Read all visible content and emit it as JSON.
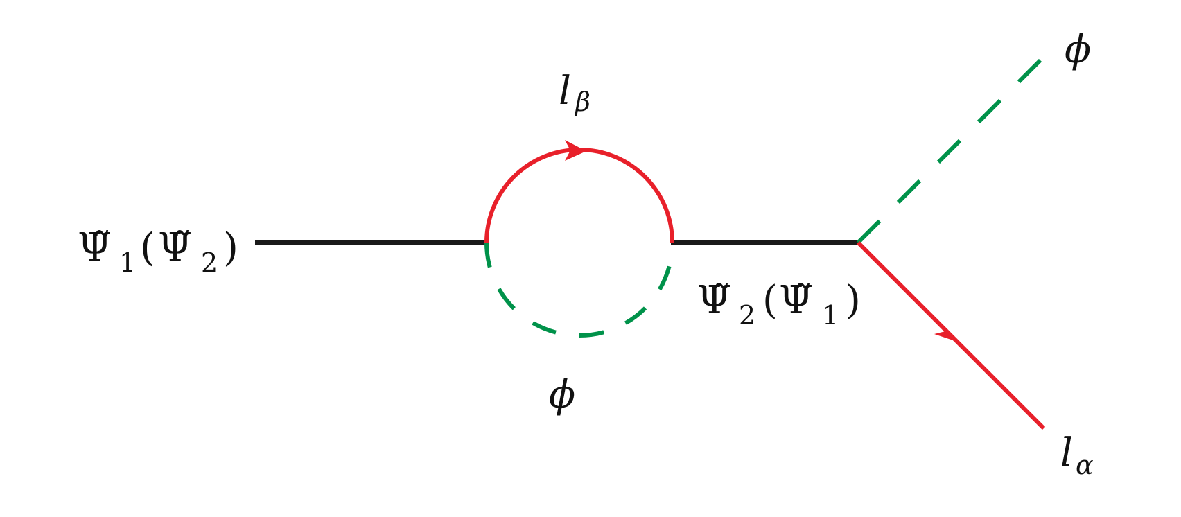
{
  "colors": {
    "fermion_line": "#1a1a1a",
    "lepton_line": "#e8202a",
    "scalar_line": "#00924a",
    "text": "#111111",
    "background": "#ffffff"
  },
  "labels": {
    "incoming_psi": {
      "main": "Ψ̃",
      "sub": "1",
      "paren_open": "(",
      "paren_main": "Ψ̃",
      "paren_sub": "2",
      "paren_close": ")"
    },
    "internal_psi": {
      "main": "Ψ̃",
      "sub": "2",
      "paren_open": "(",
      "paren_main": "Ψ̃",
      "paren_sub": "1",
      "paren_close": ")"
    },
    "loop_lepton": {
      "main": "l",
      "sub": "β"
    },
    "loop_scalar": {
      "main": "ϕ"
    },
    "out_scalar": {
      "main": "ϕ"
    },
    "out_lepton": {
      "main": "l",
      "sub": "α"
    }
  }
}
